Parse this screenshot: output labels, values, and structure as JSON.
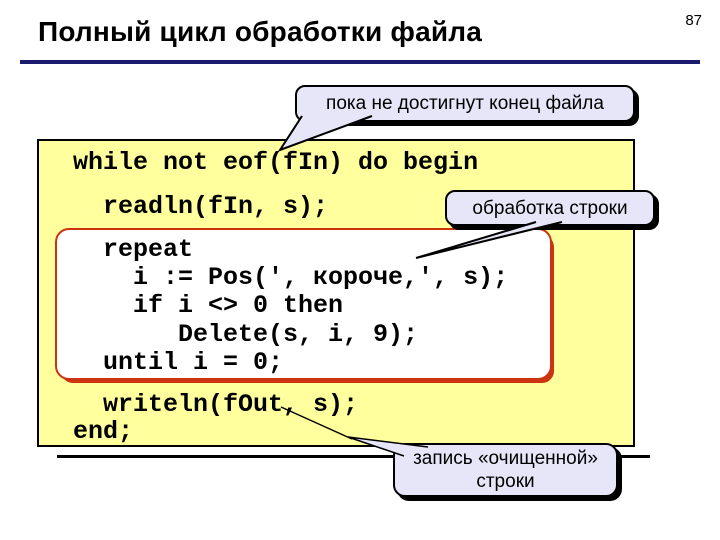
{
  "slide": {
    "page_number": "87",
    "title": "Полный цикл обработки файла"
  },
  "code": {
    "lines": [
      "while not eof(fIn) do begin",
      "  readln(fIn, s);",
      "  repeat",
      "    i := Pos(', короче,', s);",
      "    if i <> 0 then",
      "       Delete(s, i, 9);",
      "  until i = 0;",
      "  writeln(fOut, s);",
      "end;"
    ]
  },
  "callouts": {
    "top": "пока не достигнут конец файла",
    "middle": "обработка строки",
    "bottom": [
      "запись «очищенной»",
      "строки"
    ]
  },
  "colors": {
    "rule": "#1a1a6e",
    "code_bg": "#ffff9e",
    "callout_bg": "#e6e6f8",
    "inner_box_border": "#cc3311"
  }
}
